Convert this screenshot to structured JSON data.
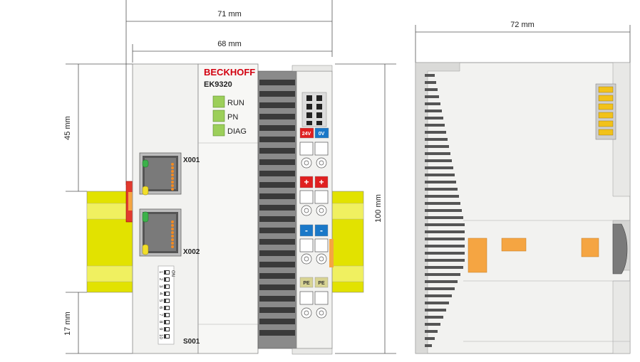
{
  "dimensions": {
    "width_71": "71 mm",
    "width_68": "68 mm",
    "width_72": "72 mm",
    "height_45": "45 mm",
    "height_100": "100 mm",
    "height_17": "17 mm"
  },
  "front": {
    "brand": "BECKHOFF",
    "model": "EK9320",
    "leds": [
      "RUN",
      "PN",
      "DIAG"
    ],
    "ports": [
      "X001",
      "X002"
    ],
    "dip": {
      "label": "S001",
      "on_label": "ON",
      "numbers": [
        "1",
        "2",
        "3",
        "4",
        "5",
        "6",
        "7",
        "8",
        "9",
        "10"
      ]
    }
  },
  "terminal": {
    "supply_left": "24V",
    "supply_right": "0V",
    "plus": "+",
    "minus": "-",
    "pe": "PE"
  },
  "colors": {
    "din_rail": "#e2e200",
    "housing": "#f2f2f0",
    "brand_red": "#d2000f",
    "led_green": "#9ccf5a",
    "accent_orange": "#f5a542",
    "plus_red": "#e02020",
    "minus_blue": "#1a78c8",
    "pe_khaki": "#d8d494"
  }
}
